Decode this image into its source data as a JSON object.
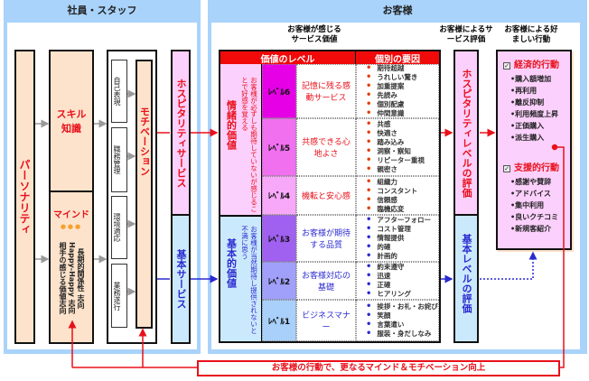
{
  "staff": {
    "title": "社員・スタッフ",
    "personality": "パーソナリティ",
    "skill": "スキル知識",
    "mind": {
      "title": "マインド",
      "dots": "●●●",
      "items": [
        "長期的関係性 志向",
        "Happy-Happy 志向",
        "相手の感じる価値志向"
      ]
    },
    "sub_items": [
      "自己表現",
      "職務管理",
      "環境適応",
      "業務遂行"
    ],
    "motivation": "モチベーション",
    "hospitality_service": "ホスピタリティサービス",
    "basic_service": "基本サービス"
  },
  "customer": {
    "title": "お客様",
    "value_heading": "お客様が感じるサービス価値",
    "eval_heading": "お客様によるサービス評価",
    "behavior_heading": "お客様による好ましい行動",
    "table": {
      "headers": [
        "価値のレベル",
        "個別の要因"
      ],
      "emotional": {
        "title": "情緒的価値",
        "note": "お客様が必ずしも期待していないが感じることで好感を覚える"
      },
      "basic": {
        "title": "基本的価値",
        "note": "お客様が当然期待し提供されないと不満に思う"
      },
      "levels": [
        {
          "label": "ﾚﾍﾞﾙ6",
          "desc": "記憶に残る感動サービス",
          "factors": [
            "期待超越",
            "うれしい驚き",
            "加重提案",
            "先読み",
            "個別配慮",
            "仲間意識"
          ],
          "color": "#e600e6"
        },
        {
          "label": "ﾚﾍﾞﾙ5",
          "desc": "共感できる心地よさ",
          "factors": [
            "共感",
            "快適さ",
            "踏み込み",
            "洞察・察知",
            "リピーター重視",
            "親密さ"
          ],
          "color": "#f070f0"
        },
        {
          "label": "ﾚﾍﾞﾙ4",
          "desc": "機転と安心感",
          "factors": [
            "組織力",
            "コンスタント",
            "信頼感",
            "臨機応変"
          ],
          "color": "#f8a8f8"
        },
        {
          "label": "ﾚﾍﾞﾙ3",
          "desc": "お客様が期待する品質",
          "factors": [
            "アフターフォロー",
            "コスト管理",
            "情報提供",
            "的確",
            "計画的"
          ],
          "color": "#a060f0"
        },
        {
          "label": "ﾚﾍﾞﾙ2",
          "desc": "お客様対応の基礎",
          "factors": [
            "約束遵守",
            "迅速",
            "正確",
            "ヒアリング"
          ],
          "color": "#a0a0fa"
        },
        {
          "label": "ﾚﾍﾞﾙ1",
          "desc": "ビジネスマナー",
          "factors": [
            "挨拶・お礼・お詫び",
            "笑顔",
            "言葉遣い",
            "服装・身だしなみ"
          ],
          "color": "#a8d0fa"
        }
      ]
    },
    "eval_hospitality": "ホスピタリティレベルの評価",
    "eval_basic": "基本レベルの評価",
    "behavior": {
      "economic": {
        "title": "経済的行動",
        "items": [
          "•購入額増加",
          "•再利用",
          "•離反抑制",
          "•利用頻度上昇",
          "•正価購入",
          "•派生購入"
        ]
      },
      "support": {
        "title": "支援的行動",
        "items": [
          "•感謝や賛辞",
          "•アドバイス",
          "•集中利用",
          "•良いクチコミ",
          "•新規客紹介"
        ]
      }
    }
  },
  "footer": "お客様の行動で、更なるマインド＆モチベーション向上",
  "colors": {
    "red": "#e8101a",
    "blue": "#2a2ad0",
    "pink": "#fcd0fc",
    "light_blue": "#cbe9fc",
    "peach": "#fde3cb",
    "panel": "#a9d3fb"
  }
}
